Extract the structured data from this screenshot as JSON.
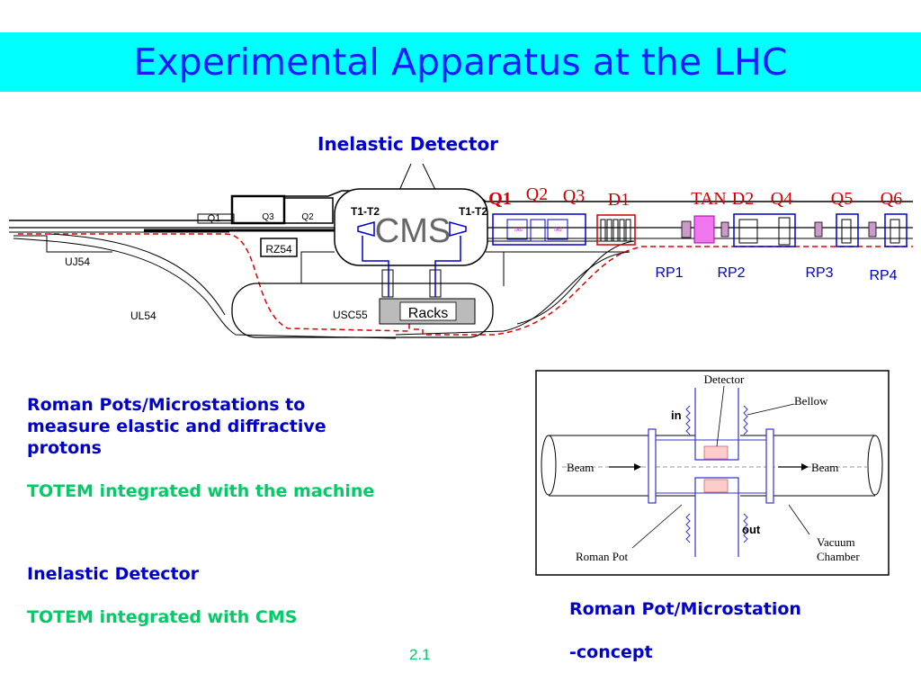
{
  "title": "Experimental Apparatus at the LHC",
  "lhc_diagram": {
    "inelastic_detector_label": "Inelastic Detector",
    "t1t2_left": "T1-T2",
    "t1t2_right": "T1-T2",
    "cms": "CMS",
    "q1": "Q1",
    "q2": "Q2",
    "q3": "Q3",
    "d1": "D1",
    "tan": "TAN",
    "d2": "D2",
    "q4": "Q4",
    "q5": "Q5",
    "q6": "Q6",
    "rp1": "RP1",
    "rp2": "RP2",
    "rp3": "RP3",
    "rp4": "RP4",
    "small_q1_a": "Q1",
    "small_q3": "Q3",
    "small_q2": "Q2",
    "small_q1_b": "Q1",
    "rz54": "RZ54",
    "uj54": "UJ54",
    "ul54": "UL54",
    "usc55": "USC55",
    "racks": "Racks",
    "tas_a": "TAS",
    "tas_b": "TAS"
  },
  "roman_pot_diagram": {
    "detector": "Detector",
    "bellow": "Bellow",
    "in": "in",
    "out": "out",
    "beam_left": "Beam",
    "beam_right": "Beam",
    "roman_pot": "Roman Pot",
    "vacuum": "Vacuum",
    "chamber": "Chamber"
  },
  "text": {
    "roman_pots_line1": "Roman Pots/Microstations to",
    "roman_pots_line2": "measure elastic and diffractive",
    "roman_pots_line3": "protons",
    "totem_machine": "TOTEM integrated with the machine",
    "inelastic_heading": "Inelastic Detector",
    "totem_cms": "TOTEM integrated with CMS",
    "caption_line1": "Roman Pot/Microstation",
    "caption_line2": "-concept",
    "page_number": "2.1"
  },
  "colors": {
    "title_band": "#00ffff",
    "title_text": "#1a1aff",
    "blue_text": "#0000cc",
    "green_text": "#00cc66",
    "red_magnet": "#cc0000",
    "beam_red": "#dd0000"
  }
}
